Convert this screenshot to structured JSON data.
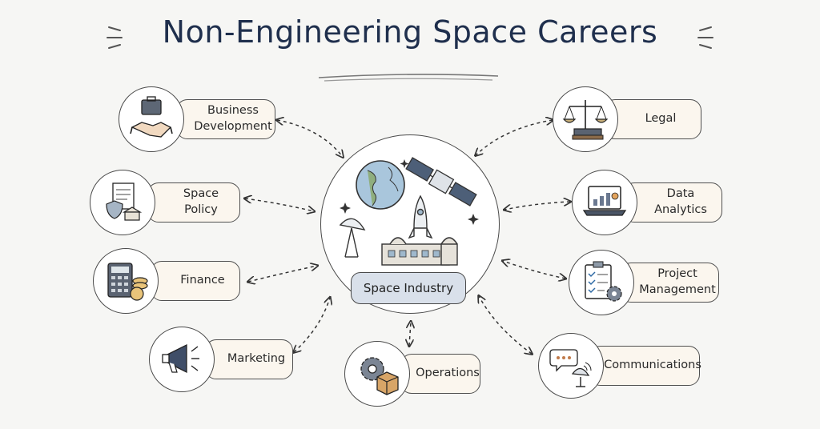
{
  "title": "Non-Engineering Space Careers",
  "hub": {
    "label": "Space Industry"
  },
  "careers": {
    "business_development": "Business\nDevelopment",
    "space_policy": "Space\nPolicy",
    "finance": "Finance",
    "marketing": "Marketing",
    "operations": "Operations",
    "legal": "Legal",
    "data_analytics": "Data\nAnalytics",
    "project_management": "Project\nManagement",
    "communications": "Communications"
  },
  "colors": {
    "title": "#1f2f4d",
    "pill": "#fbf6ee",
    "hub_label": "#d9e0ea",
    "stroke": "#4a4a4a"
  },
  "icons": {
    "business_development": "briefcase-handshake-icon",
    "space_policy": "document-shield-building-icon",
    "finance": "calculator-coins-icon",
    "marketing": "megaphone-icon",
    "operations": "gear-box-icon",
    "legal": "scales-of-justice-icon",
    "data_analytics": "laptop-chart-icon",
    "project_management": "clipboard-checklist-gear-icon",
    "communications": "speech-bubble-dish-icon",
    "hub": "globe-satellite-rocket-icon"
  }
}
